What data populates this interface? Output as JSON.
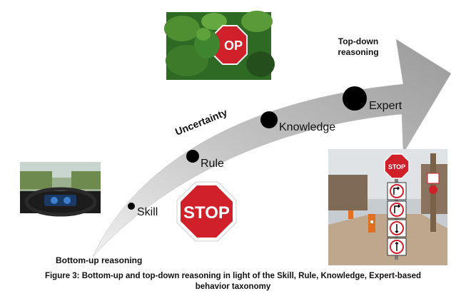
{
  "labels": {
    "top_down": "Top-down\nreasoning",
    "bottom_up": "Bottom-up reasoning",
    "uncertainty": "Uncertainty"
  },
  "stages": [
    {
      "id": "skill",
      "label": "Skill"
    },
    {
      "id": "rule",
      "label": "Rule"
    },
    {
      "id": "knowledge",
      "label": "Knowledge"
    },
    {
      "id": "expert",
      "label": "Expert"
    }
  ],
  "stop_sign": {
    "text": "STOP",
    "occluded_text": "OP",
    "small_text": "STOP"
  },
  "caption": {
    "line1": "Figure 3:  Bottom-up and top-down reasoning in light of the Skill, Rule, Knowledge, Expert-based",
    "line2": "behavior taxonomy"
  },
  "colors": {
    "arrow": "#a9a9a9",
    "stop_red": "#d0202a",
    "foliage": "#2f6a24"
  }
}
